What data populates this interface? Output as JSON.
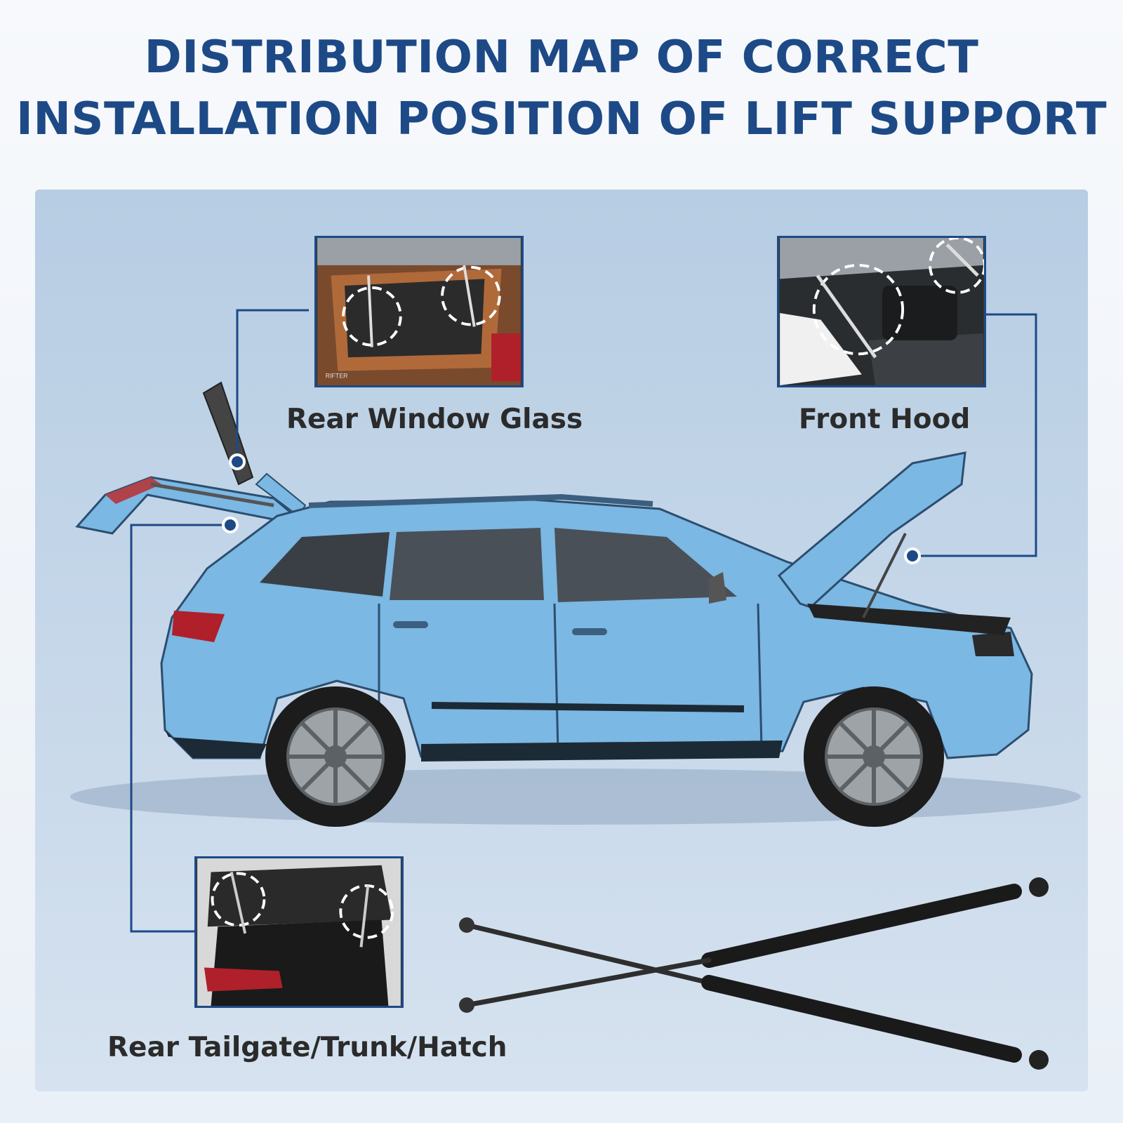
{
  "title": {
    "line1": "DISTRIBUTION MAP OF CORRECT",
    "line2": "INSTALLATION POSITION OF LIFT SUPPORT"
  },
  "callouts": {
    "rear_window": {
      "label": "Rear Window Glass",
      "icon": "rear-window-photo"
    },
    "front_hood": {
      "label": "Front Hood",
      "icon": "engine-bay-photo"
    },
    "rear_tailgate": {
      "label": "Rear Tailgate/Trunk/Hatch",
      "icon": "tailgate-photo"
    }
  },
  "colors": {
    "title": "#1d4a86",
    "connector": "#1d4a86",
    "car_body": "#7bb8e3",
    "label": "#2b2b2b"
  },
  "photo_text": {
    "rear_window_badge": "RIFTER"
  }
}
